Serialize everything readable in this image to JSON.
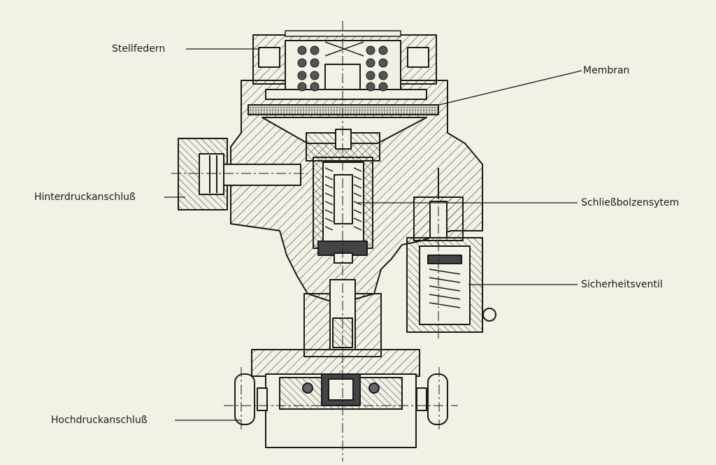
{
  "labels": {
    "stellfedern": "Stellfedern",
    "membran": "Membran",
    "hinterdruck": "Hinterdruckanschluß",
    "schliess": "Schließbolzensytem",
    "sicherheit": "Sicherheitsventil",
    "hochdruck": "Hochdruckanschluß"
  },
  "colors": {
    "paper": "#f3f0e6",
    "ink": "#1a1a1a"
  }
}
